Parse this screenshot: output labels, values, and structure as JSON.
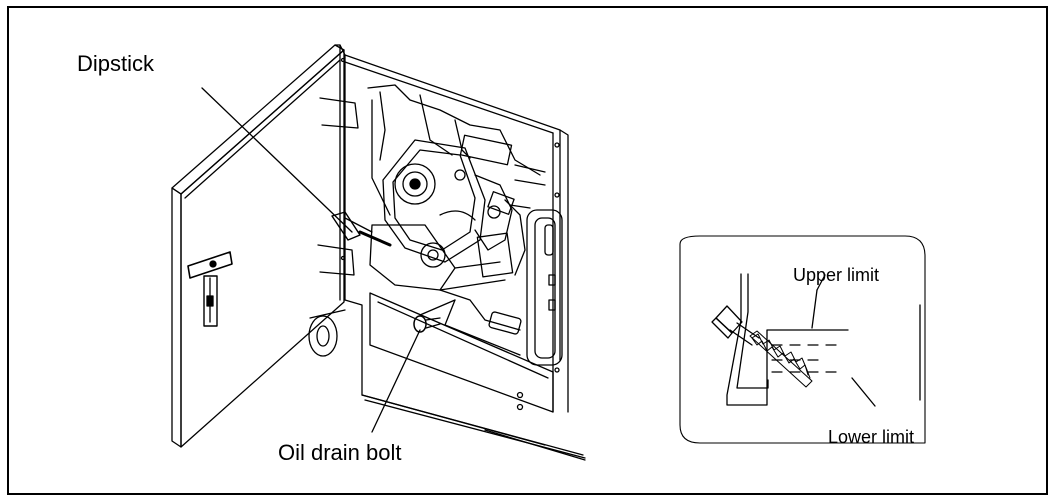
{
  "labels": {
    "dipstick": "Dipstick",
    "oil_drain_bolt": "Oil drain bolt",
    "upper_limit": "Upper limit",
    "lower_limit": "Lower limit"
  },
  "colors": {
    "line": "#000000",
    "background": "#ffffff"
  }
}
